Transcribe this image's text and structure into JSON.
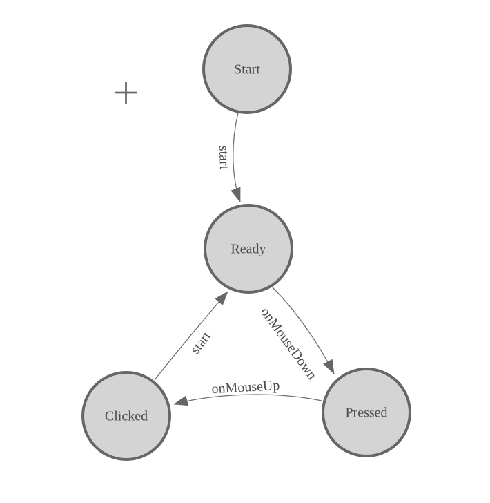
{
  "diagram": {
    "type": "state-machine",
    "colors": {
      "background": "#ffffff",
      "node_fill": "#d4d4d4",
      "node_border": "#666666",
      "edge_line": "#6e6e6e",
      "arrowhead": "#666666",
      "label_text": "#4f4b47",
      "crosshair": "#6a6a6a"
    },
    "nodes": [
      {
        "id": "start",
        "label": "Start"
      },
      {
        "id": "ready",
        "label": "Ready"
      },
      {
        "id": "clicked",
        "label": "Clicked"
      },
      {
        "id": "pressed",
        "label": "Pressed"
      }
    ],
    "edges": [
      {
        "from": "Start",
        "to": "Ready",
        "label": "start"
      },
      {
        "from": "Clicked",
        "to": "Ready",
        "label": "start"
      },
      {
        "from": "Ready",
        "to": "Pressed",
        "label": "onMouseDown"
      },
      {
        "from": "Pressed",
        "to": "Clicked",
        "label": "onMouseUp"
      }
    ],
    "icons": {
      "crosshair": "plus-crosshair"
    }
  }
}
